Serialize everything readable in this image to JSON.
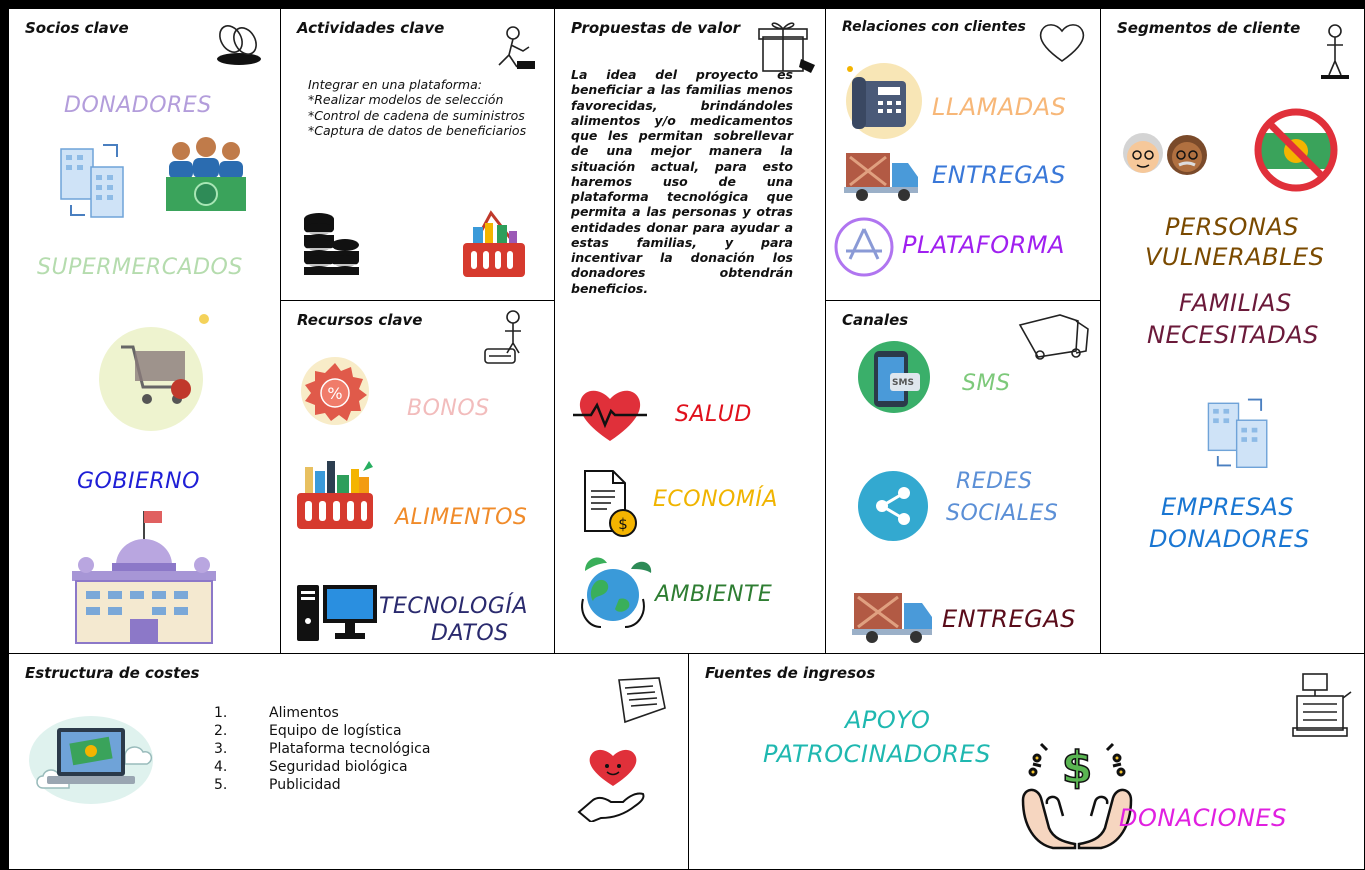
{
  "socios": {
    "title": "Socios clave",
    "donadores": "DONADORES",
    "supermercados": "SUPERMERCADOS",
    "gobierno": "GOBIERNO"
  },
  "actividades": {
    "title": "Actividades clave",
    "lines": [
      "Integrar en una plataforma:",
      "*Realizar modelos de selección",
      "*Control de cadena de suministros",
      "*Captura de datos de beneficiarios"
    ]
  },
  "recursos": {
    "title": "Recursos clave",
    "bonos": "BONOS",
    "alimentos": "ALIMENTOS",
    "tecnologia": "TECNOLOGÍA",
    "datos": "DATOS"
  },
  "propuestas": {
    "title": "Propuestas de valor",
    "text": "La idea del proyecto es beneficiar a las familias menos favorecidas, brindándoles alimentos y/o medicamentos que les permitan sobrellevar de una mejor manera la situación actual, para esto haremos uso de una plataforma tecnológica que permita a las personas y otras entidades donar para ayudar a estas familias, y para incentivar la donación los donadores obtendrán beneficios.",
    "salud": "SALUD",
    "economia": "ECONOMÍA",
    "ambiente": "AMBIENTE"
  },
  "relaciones": {
    "title": "Relaciones con clientes",
    "llamadas": "LLAMADAS",
    "entregas": "ENTREGAS",
    "plataforma": "PLATAFORMA"
  },
  "canales": {
    "title": "Canales",
    "sms_icon_text": "SMS",
    "sms": "SMS",
    "redes_1": "REDES",
    "redes_2": "SOCIALES",
    "entregas": "ENTREGAS"
  },
  "segmentos": {
    "title": "Segmentos de cliente",
    "personas_1": "PERSONAS",
    "personas_2": "VULNERABLES",
    "familias_1": "FAMILIAS",
    "familias_2": "NECESITADAS",
    "empresas_1": "EMPRESAS",
    "empresas_2": "DONADORES"
  },
  "costes": {
    "title": "Estructura de costes",
    "items": [
      {
        "n": "1.",
        "label": "Alimentos"
      },
      {
        "n": "2.",
        "label": "Equipo de logística"
      },
      {
        "n": "3.",
        "label": "Plataforma tecnológica"
      },
      {
        "n": "4.",
        "label": "Seguridad biológica"
      },
      {
        "n": "5.",
        "label": "Publicidad"
      }
    ]
  },
  "ingresos": {
    "title": "Fuentes de ingresos",
    "apoyo": "APOYO",
    "patrocinadores": "PATROCINADORES",
    "donaciones": "DONACIONES"
  },
  "colors": {
    "donadores": "#b39ddb",
    "supermercados": "#b5dcae",
    "gobierno": "#1f1fd6",
    "bonos": "#f2bcbc",
    "alimentos": "#f08b2a",
    "tecnologia": "#2a2a6e",
    "salud": "#e0101b",
    "economia": "#f0b400",
    "ambiente": "#2e7d32",
    "llamadas": "#f7b778",
    "entregas_rel": "#3a78d8",
    "plataforma": "#a020f0",
    "sms": "#7dc97a",
    "redes": "#5b8fd6",
    "entregas_can": "#5a0c1a",
    "personas": "#7a4a00",
    "familias": "#6b1a3a",
    "empresas": "#1976d2",
    "apoyo": "#1fb8b0",
    "donaciones": "#e020e0"
  }
}
